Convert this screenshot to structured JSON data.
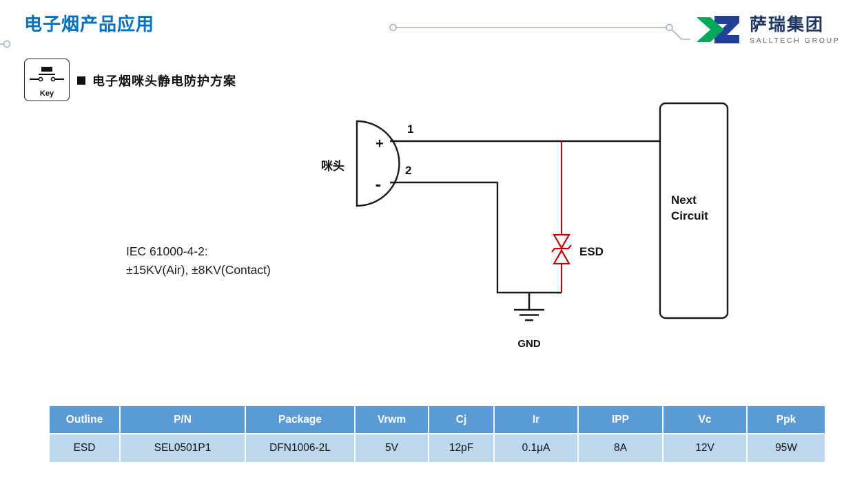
{
  "header": {
    "title": "电子烟产品应用",
    "logo": {
      "name": "萨瑞集团",
      "subtitle": "SALLTECH GROUP"
    }
  },
  "key_badge": {
    "label": "Key"
  },
  "section": {
    "heading": "电子烟咪头静电防护方案"
  },
  "diagram": {
    "mic_label": "咪头",
    "plus": "+",
    "minus": "-",
    "pin1": "1",
    "pin2": "2",
    "esd_label": "ESD",
    "gnd_label": "GND",
    "next_line1": "Next",
    "next_line2": "Circuit",
    "iec_line1": "IEC 61000-4-2:",
    "iec_line2": "±15KV(Air), ±8KV(Contact)"
  },
  "colors": {
    "title_blue": "#0070C0",
    "table_header_bg": "#5B9BD5",
    "table_row_bg": "#BDD7EE",
    "esd_red": "#C00000",
    "logo_green": "#00A859",
    "logo_blue": "#21409A"
  },
  "table": {
    "headers": [
      "Outline",
      "P/N",
      "Package",
      "Vrwm",
      "Cj",
      "Ir",
      "IPP",
      "Vc",
      "Ppk"
    ],
    "rows": [
      [
        "ESD",
        "SEL0501P1",
        "DFN1006-2L",
        "5V",
        "12pF",
        "0.1μA",
        "8A",
        "12V",
        "95W"
      ]
    ]
  }
}
